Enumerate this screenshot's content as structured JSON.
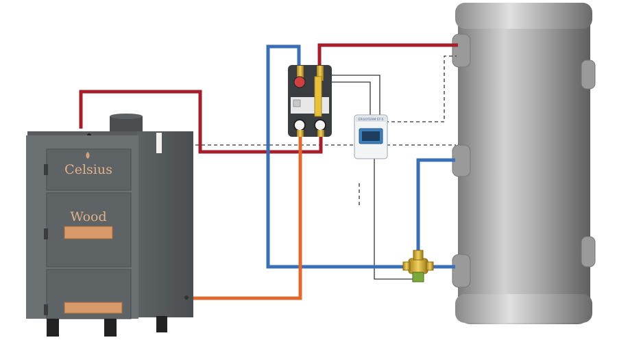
{
  "boiler": {
    "brand_label": "Celsius",
    "model_label": "Wood"
  },
  "controller": {
    "brand_label": "ERGOTERM ST-5"
  },
  "colors": {
    "supply_pipe": "#a51e28",
    "return_pipe": "#3b6fb5",
    "boiler_return_pipe": "#e0692f",
    "boiler_body": "#6b7073",
    "boiler_door": "#5e6366",
    "tank_body": "#a8a8a8",
    "brass": "#c9a227",
    "handle_copper": "#d89a6a"
  }
}
